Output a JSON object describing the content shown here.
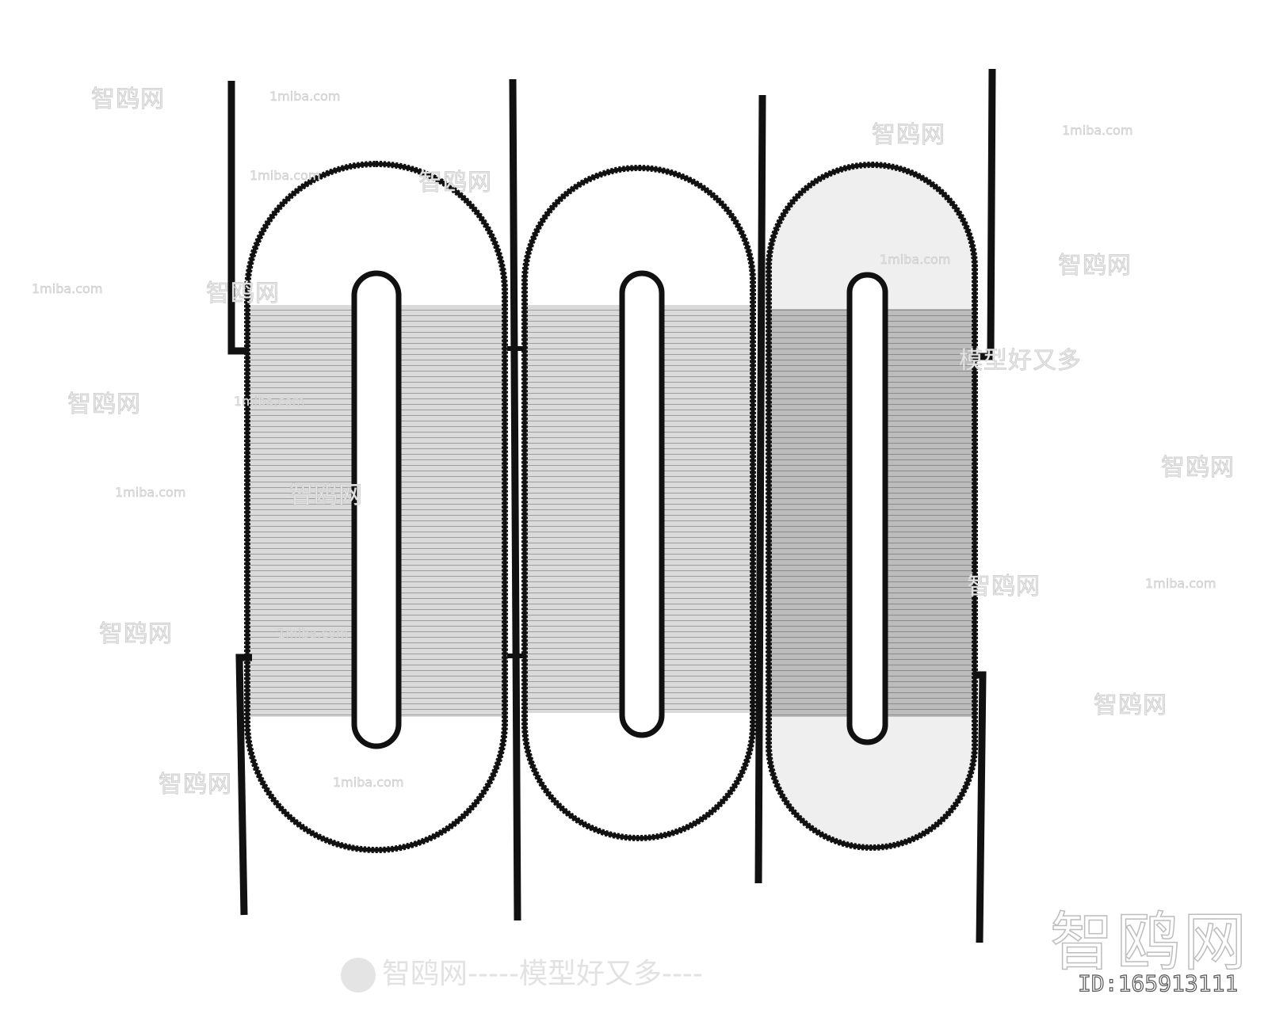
{
  "watermark": {
    "brand": "智鸥网",
    "domain": "1miba.com",
    "slogan": "智鸥网-----模型好又多----",
    "slogan_right": "模型好又多",
    "big": "智鸥网",
    "id": "ID:165913111"
  },
  "colors": {
    "frame": "#111111",
    "fabric_light": "#d6d6d6",
    "fabric_dark": "#b4b4b4"
  }
}
